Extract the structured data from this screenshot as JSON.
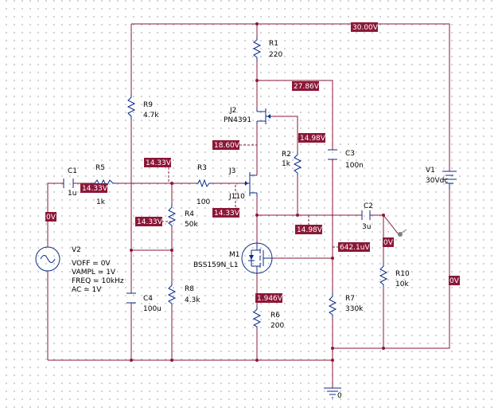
{
  "components": {
    "r1": {
      "name": "R1",
      "value": "220"
    },
    "r2": {
      "name": "R2",
      "value": "1k"
    },
    "r3": {
      "name": "R3",
      "value": "100"
    },
    "r4": {
      "name": "R4",
      "value": "50k"
    },
    "r5": {
      "name": "R5",
      "value": "1k"
    },
    "r6": {
      "name": "R6",
      "value": "200"
    },
    "r7": {
      "name": "R7",
      "value": "330k"
    },
    "r8": {
      "name": "R8",
      "value": "4.3k"
    },
    "r9": {
      "name": "R9",
      "value": "4.7k"
    },
    "r10": {
      "name": "R10",
      "value": "10k"
    },
    "c1": {
      "name": "C1",
      "value": "1u"
    },
    "c2": {
      "name": "C2",
      "value": "3u"
    },
    "c3": {
      "name": "C3",
      "value": "100n"
    },
    "c4": {
      "name": "C4",
      "value": "100u"
    },
    "j2": {
      "name": "J2",
      "value": "PN4391"
    },
    "j3": {
      "name": "J3",
      "value": "J110"
    },
    "m1": {
      "name": "M1",
      "value": "BSS159N_L1"
    },
    "v1": {
      "name": "V1",
      "value": "30Vdc"
    },
    "v2": {
      "name": "V2",
      "params": [
        "VOFF = 0V",
        "VAMPL = 1V",
        "FREQ = 10kHz",
        "AC = 1V"
      ]
    },
    "ground": {
      "label": "0"
    }
  },
  "voltages": {
    "vcc": "30.00V",
    "j2_drain": "27.86V",
    "j2_gate": "18.60V",
    "r2_top": "14.98V",
    "r3_left": "14.33V",
    "r5_right": "14.33V",
    "r4_node": "14.33V",
    "j3_source": "14.33V",
    "j3_drain": "14.98V",
    "m1_gate": "642.1uV",
    "m1_source": "1.946V",
    "v2_node": "0V",
    "out_node": "0V",
    "v1_node": "0V"
  },
  "colors": {
    "wire": "#8b1838",
    "component": "#0b2b86",
    "voltage_marker_bg": "#8b1838",
    "voltage_marker_text": "#ffffff"
  }
}
